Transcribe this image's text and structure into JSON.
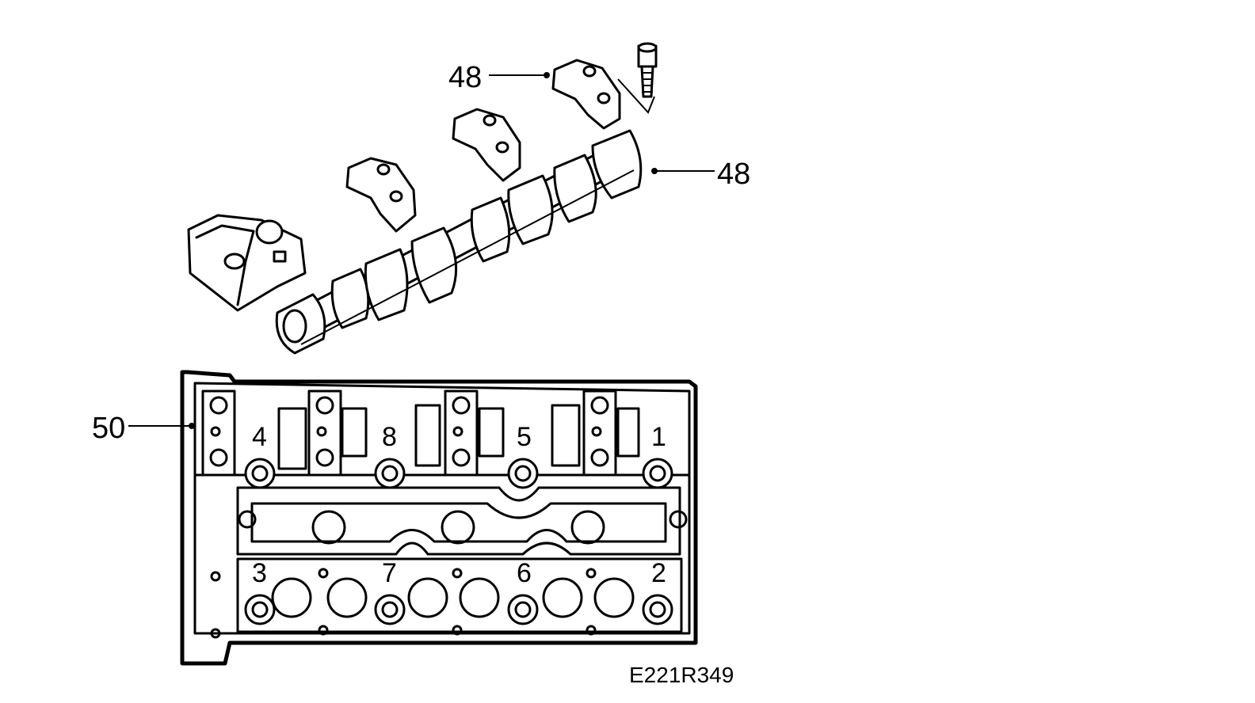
{
  "callouts": {
    "top_cap": "48",
    "camshaft": "48",
    "cylinder_head": "50"
  },
  "tightening_sequence": [
    "4",
    "8",
    "5",
    "1",
    "3",
    "7",
    "6",
    "2"
  ],
  "figure_code": "E221R349"
}
